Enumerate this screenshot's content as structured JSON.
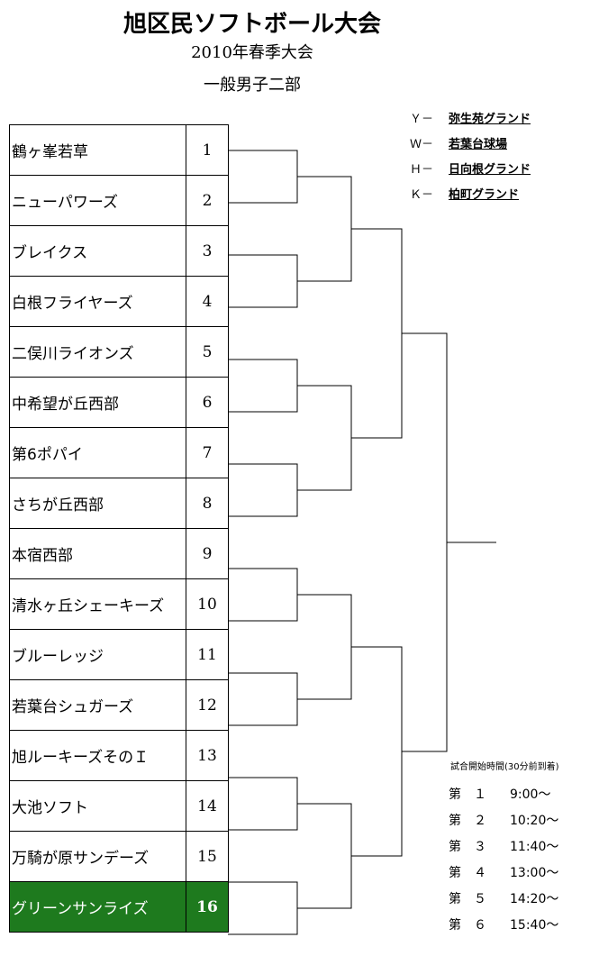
{
  "header": {
    "title": "旭区民ソフトボール大会",
    "subtitle": "2010年春季大会",
    "division": "一般男子二部"
  },
  "teams": [
    {
      "name": "鶴ヶ峯若草",
      "number": "1"
    },
    {
      "name": "ニューパワーズ",
      "number": "2"
    },
    {
      "name": "ブレイクス",
      "number": "3"
    },
    {
      "name": "白根フライヤーズ",
      "number": "4"
    },
    {
      "name": "二俣川ライオンズ",
      "number": "5"
    },
    {
      "name": "中希望が丘西部",
      "number": "6"
    },
    {
      "name": "第6ポパイ",
      "number": "7"
    },
    {
      "name": "さちが丘西部",
      "number": "8"
    },
    {
      "name": "本宿西部",
      "number": "9"
    },
    {
      "name": "清水ヶ丘シェーキーズ",
      "number": "10"
    },
    {
      "name": "ブルーレッジ",
      "number": "11"
    },
    {
      "name": "若葉台シュガーズ",
      "number": "12"
    },
    {
      "name": "旭ルーキーズそのＩ",
      "number": "13"
    },
    {
      "name": "大池ソフト",
      "number": "14"
    },
    {
      "name": "万騎が原サンデーズ",
      "number": "15"
    },
    {
      "name": "グリーンサンライズ",
      "number": "16"
    }
  ],
  "highlight_color": "#1e7a1e",
  "venues": [
    {
      "code": "Ｙ－",
      "name": "弥生苑グランド"
    },
    {
      "code": "Ｗ－",
      "name": "若葉台球場"
    },
    {
      "code": "Ｈ－",
      "name": "日向根グランド"
    },
    {
      "code": "Ｋ－",
      "name": "柏町グランド"
    }
  ],
  "schedule": {
    "title": "試合開始時間(30分前到着)",
    "games": [
      {
        "label": "第　１",
        "time": "9:00～"
      },
      {
        "label": "第　２",
        "time": "10:20～"
      },
      {
        "label": "第　３",
        "time": "11:40～"
      },
      {
        "label": "第　４",
        "time": "13:00～"
      },
      {
        "label": "第　５",
        "time": "14:20～"
      },
      {
        "label": "第　６",
        "time": "15:40～"
      }
    ]
  }
}
